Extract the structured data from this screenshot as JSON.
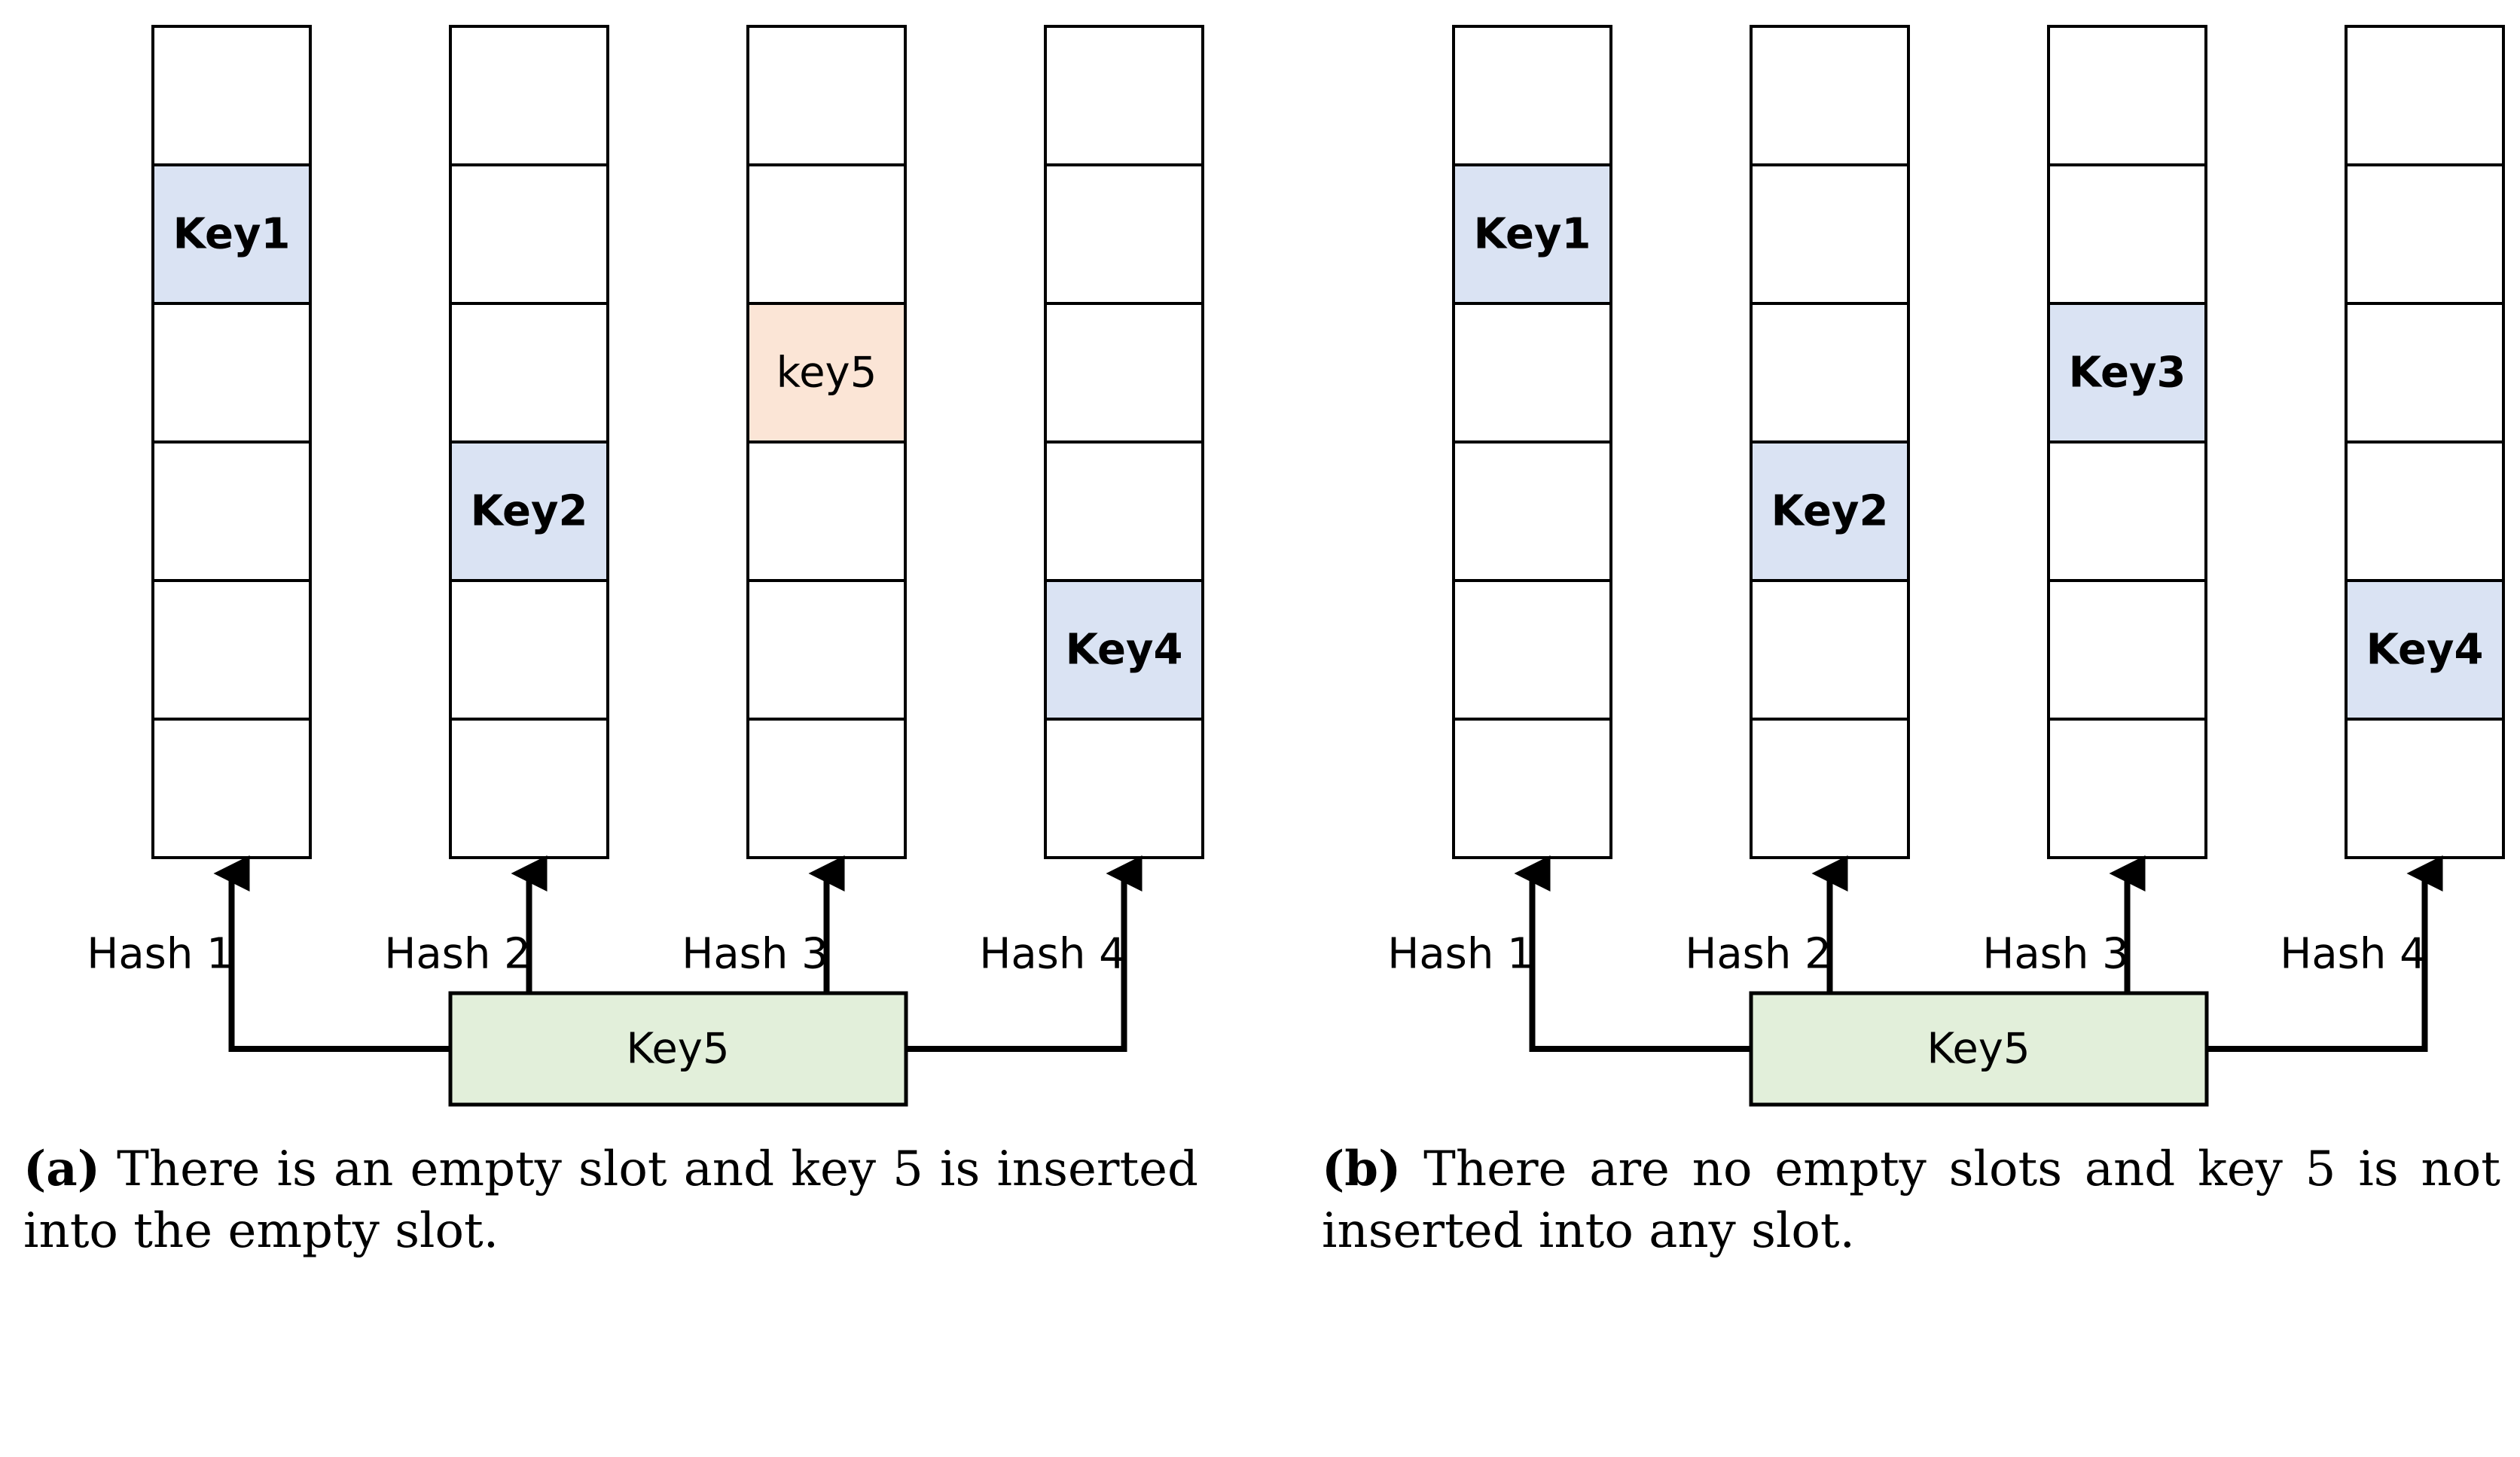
{
  "colors": {
    "occupied": "#dae3f3",
    "inserted": "#fbe5d6",
    "source": "#e2efda",
    "stroke": "#000000"
  },
  "panels": [
    {
      "tables": [
        {
          "cells": [
            "",
            "Key1",
            "",
            "",
            "",
            ""
          ],
          "styles": [
            "",
            "occupied",
            "",
            "",
            "",
            ""
          ]
        },
        {
          "cells": [
            "",
            "",
            "",
            "Key2",
            "",
            ""
          ],
          "styles": [
            "",
            "",
            "",
            "occupied",
            "",
            ""
          ]
        },
        {
          "cells": [
            "",
            "",
            "key5",
            "",
            "",
            ""
          ],
          "styles": [
            "",
            "",
            "inserted",
            "",
            "",
            ""
          ]
        },
        {
          "cells": [
            "",
            "",
            "",
            "",
            "Key4",
            ""
          ],
          "styles": [
            "",
            "",
            "",
            "",
            "occupied",
            ""
          ]
        }
      ],
      "hash_labels": [
        "Hash 1",
        "Hash 2",
        "Hash 3",
        "Hash 4"
      ],
      "source_key": "Key5",
      "caption_label": "(a)",
      "caption_text": "There is an empty slot and key 5 is inserted into the empty slot."
    },
    {
      "tables": [
        {
          "cells": [
            "",
            "Key1",
            "",
            "",
            "",
            ""
          ],
          "styles": [
            "",
            "occupied",
            "",
            "",
            "",
            ""
          ]
        },
        {
          "cells": [
            "",
            "",
            "",
            "Key2",
            "",
            ""
          ],
          "styles": [
            "",
            "",
            "",
            "occupied",
            "",
            ""
          ]
        },
        {
          "cells": [
            "",
            "",
            "Key3",
            "",
            "",
            ""
          ],
          "styles": [
            "",
            "",
            "occupied",
            "",
            "",
            ""
          ]
        },
        {
          "cells": [
            "",
            "",
            "",
            "",
            "Key4",
            ""
          ],
          "styles": [
            "",
            "",
            "",
            "",
            "occupied",
            ""
          ]
        }
      ],
      "hash_labels": [
        "Hash 1",
        "Hash 2",
        "Hash 3",
        "Hash 4"
      ],
      "source_key": "Key5",
      "caption_label": "(b)",
      "caption_text": "There are no empty slots and key 5 is not inserted into any slot."
    }
  ]
}
